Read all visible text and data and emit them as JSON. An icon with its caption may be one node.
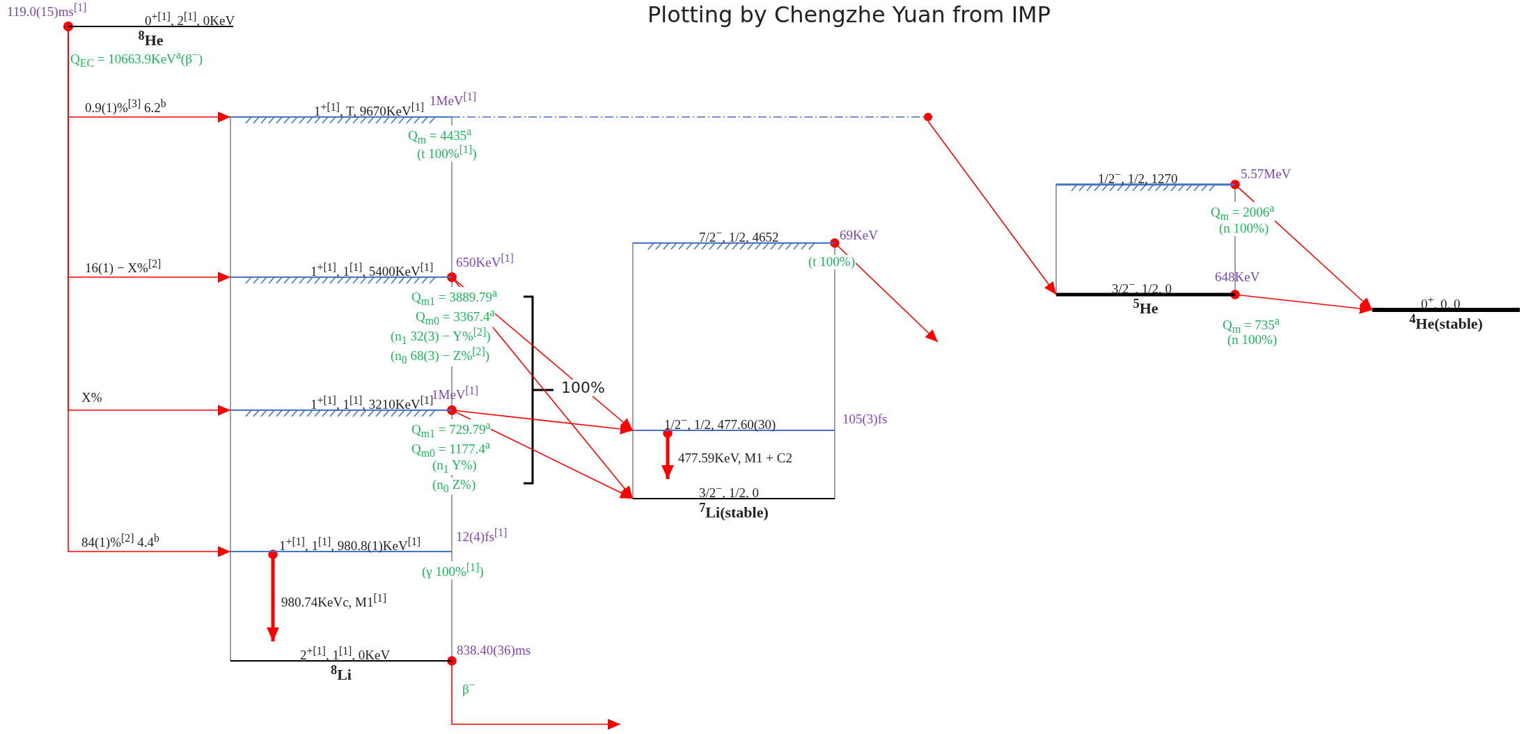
{
  "diagram": {
    "nodes": [
      {
        "text": [
          "0$^{+[1]}$, 2$^{[1]}$, 0KeV",
          "$^{8}$He"
        ],
        "beside": [
          "119.0(15)ms$^{[1]}$",
          "Q$_{EC}$ = 10663.9KeV$^{a}$(β$^{−}$)"
        ]
      },
      {
        "text": [
          "1$^{+[1]}$, T, 9670KeV$^{[1]}$"
        ],
        "beside": [
          "1MeV$^{[1]}$",
          "Q$_{m}$ = 4435$^{a}$",
          "(t 100%$^{[1]}$)"
        ]
      },
      {
        "text": [
          "1$^{+[1]}$, 1$^{[1]}$, 5400KeV$^{[1]}$"
        ],
        "beside": [
          "650KeV$^{[1]}$",
          "Q$_{m1}$ = 3889.79$^{a}$",
          "Q$_{m0}$ = 3367.4$^{a}$",
          "(n$_{1}$ 32(3) − Y%$^{[2]}$)",
          "(n$_{0}$ 68(3) − Z%$^{[2]}$)"
        ]
      },
      {
        "text": [
          "1$^{+[1]}$, 1$^{[1]}$, 3210KeV$^{[1]}$"
        ],
        "beside": [
          "1MeV$^{[1]}$",
          "Q$_{m1}$ = 729.79$^{a}$",
          "Q$_{m0}$ = 1177.4$^{a}$",
          "(n$_{1}$ Y%)",
          "(n$_{0}$ Z%)"
        ]
      },
      {
        "text": [
          "1$^{+[1]}$, 1$^{[1]}$, 980.8(1)KeV$^{[1]}$"
        ],
        "beside": [
          "12(4)fs$^{[1]}$",
          "(γ 100%$^{[1]}$)"
        ]
      },
      {
        "text": [
          "2$^{+[1]}$, 1$^{[1]}$, 0KeV",
          "$^{8}$Li"
        ],
        "beside": [
          "838.40(36)ms"
        ]
      },
      {
        "text": [
          "7/2$^{−}$, 1/2, 4652"
        ],
        "beside": [
          "69KeV",
          "(t 100%)"
        ]
      },
      {
        "text": [
          "1/2$^{−}$, 1/2, 477.60(30)"
        ],
        "beside": [
          "105(3)fs"
        ]
      },
      {
        "text": [
          "3/2$^{−}$, 1/2, 0",
          "$^{7}$Li(stable)"
        ]
      },
      {
        "text": [
          "1/2$^{−}$, 1/2, 1270"
        ],
        "beside": [
          "5.57MeV",
          "Q$_{m}$ = 2006$^{a}$",
          "(n 100%)"
        ]
      },
      {
        "text": [
          "3/2$^{−}$, 1/2, 0",
          "$^{5}$He"
        ],
        "beside": [
          "648KeV",
          "Q$_{m}$ = 735$^{a}$",
          "(n 100%)"
        ]
      },
      {
        "text": [
          "0$^{+}$, 0, 0",
          "$^{4}$He(stable)"
        ]
      },
      {
        "text": [],
        "shape": "circle"
      }
    ],
    "edges": [
      {
        "from": 0,
        "to": 1,
        "arrow": "to",
        "label": "0.9(1)%$^{[3]}$   6.2$^{b}$"
      },
      {
        "from": 0,
        "to": 2,
        "arrow": "to",
        "label": "16(1) − X%$^{[2]}$"
      },
      {
        "from": 0,
        "to": 3,
        "arrow": "to",
        "label": "X%"
      },
      {
        "from": 0,
        "to": 4,
        "arrow": "to",
        "label": "84(1)%$^{[2]}$   4.4$^{b}$"
      },
      {
        "from": 1,
        "to": 12,
        "arrow": "none",
        "style": "dashed",
        "color": "#4472c4"
      },
      {
        "from": 12,
        "to": 10,
        "arrow": "to"
      },
      {
        "from": 2,
        "to": 7,
        "arrow": "to"
      },
      {
        "from": 2,
        "to": 8,
        "arrow": "to"
      },
      {
        "from": 3,
        "to": 7,
        "arrow": "to"
      },
      {
        "from": 3,
        "to": 8,
        "arrow": "to"
      },
      {
        "from": 4,
        "to": 5,
        "arrow": "to",
        "label": "980.74KeVc, M1$^{[1]}$",
        "style": "thick"
      },
      {
        "from": 5,
        "to": null,
        "arrow": "to",
        "label": "β$^{−}$"
      },
      {
        "from": 6,
        "to": null,
        "arrow": "to"
      },
      {
        "from": 7,
        "to": 8,
        "arrow": "to",
        "label": "477.59KeV, M1 + C2",
        "style": "thick"
      },
      {
        "from": 9,
        "to": 11,
        "arrow": "to"
      },
      {
        "from": 10,
        "to": 11,
        "arrow": "to"
      }
    ],
    "labels": [
      "Plotting by Chengzhe Yuan from IMP",
      "100%"
    ]
  }
}
